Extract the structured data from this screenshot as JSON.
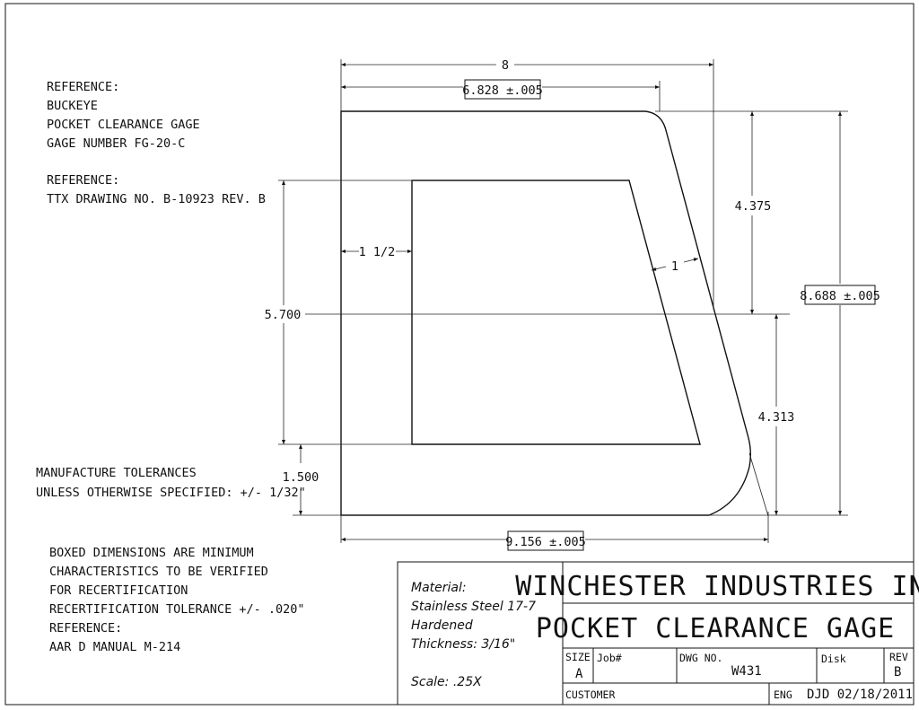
{
  "notes": {
    "reference1": [
      "REFERENCE:",
      "BUCKEYE",
      "POCKET CLEARANCE GAGE",
      "GAGE NUMBER FG-20-C"
    ],
    "reference2": [
      "REFERENCE:",
      "TTX DRAWING NO. B-10923 REV. B"
    ],
    "tolerances": [
      "MANUFACTURE TOLERANCES",
      "UNLESS OTHERWISE SPECIFIED: +/- 1/32\""
    ],
    "boxed": [
      "BOXED DIMENSIONS ARE MINIMUM",
      "CHARACTERISTICS TO BE VERIFIED",
      "FOR RECERTIFICATION",
      "RECERTIFICATION TOLERANCE +/- .020\"",
      "REFERENCE:",
      "AAR  D  MANUAL  M-214"
    ]
  },
  "dimensions": {
    "overall_width": "8",
    "top_width": "6.828 ±.005",
    "bottom_width": "9.156 ±.005",
    "overall_height": "8.688 ±.005",
    "upper_height": "4.375",
    "lower_height": "4.313",
    "inner_height": "5.700",
    "bottom_offset": "1.500",
    "left_wall": "1 1/2",
    "side_wall": "1"
  },
  "material": {
    "lines": [
      "Material:",
      "Stainless Steel 17-7",
      "Hardened",
      "Thickness: 3/16\""
    ],
    "scale": "Scale: .25X"
  },
  "title_block": {
    "company": "WINCHESTER INDUSTRIES INC.",
    "title": "POCKET CLEARANCE GAGE",
    "size_label": "SIZE",
    "size_value": "A",
    "job_label": "Job#",
    "dwg_label": "DWG NO.",
    "dwg_value": "W431",
    "disk_label": "Disk",
    "rev_label": "REV",
    "rev_value": "B",
    "customer_label": "CUSTOMER",
    "eng_label": "ENG",
    "eng_value": "DJD 02/18/2011"
  }
}
